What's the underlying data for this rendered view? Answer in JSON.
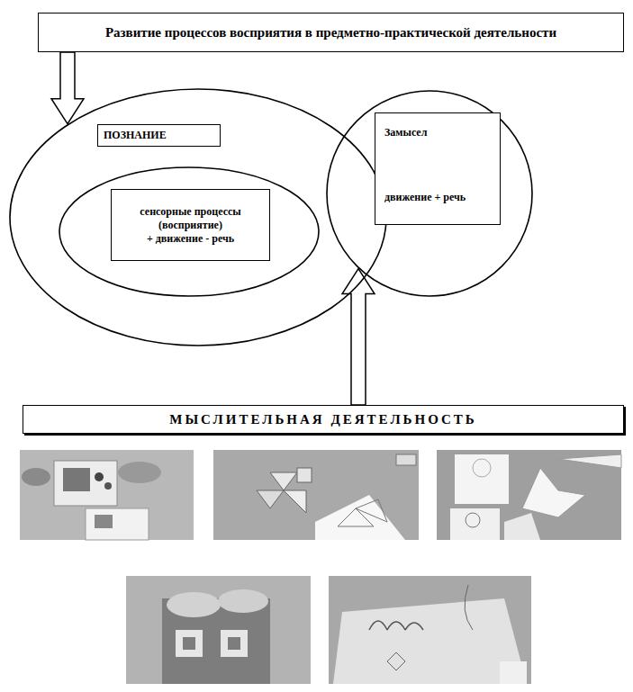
{
  "diagram": {
    "nodes": [
      {
        "text": [
          "Развитие процессов восприятия в предметно-практической деятельности"
        ]
      },
      {
        "text": [
          "ПОЗНАНИЕ"
        ]
      },
      {
        "text": [
          "сенсорные процессы (восприятие)",
          "+ движение - речь"
        ],
        "in": 1
      },
      {
        "text": [
          "Замысел",
          "движение + речь"
        ]
      },
      {
        "text": [
          "МЫСЛИТЕЛЬНАЯ ДЕЯТЕЛЬНОСТЬ"
        ]
      }
    ],
    "edges": [
      {
        "from": 0,
        "to": 1,
        "arrow": "to"
      },
      {
        "from": 4,
        "to": 3,
        "arrow": "to"
      }
    ]
  }
}
